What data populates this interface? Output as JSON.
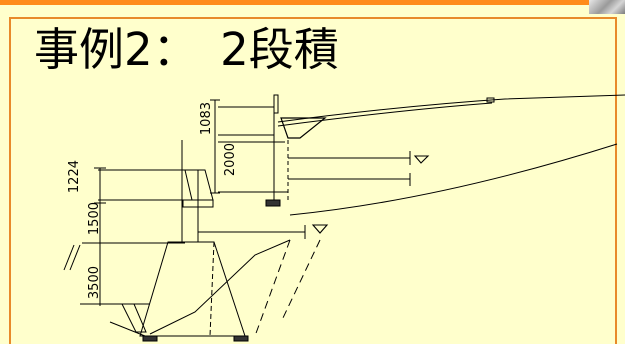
{
  "title": "事例2：　2段積",
  "dimensions": {
    "upper_block_height": "1083",
    "upper_wall_height": "2000",
    "middle_offset": "1224",
    "lower_wall_height": "1500",
    "footing_height": "3500"
  },
  "colors": {
    "background": "#ffffcc",
    "accent": "#ff8c1a",
    "frame": "#e88a2a",
    "line": "#000000"
  }
}
